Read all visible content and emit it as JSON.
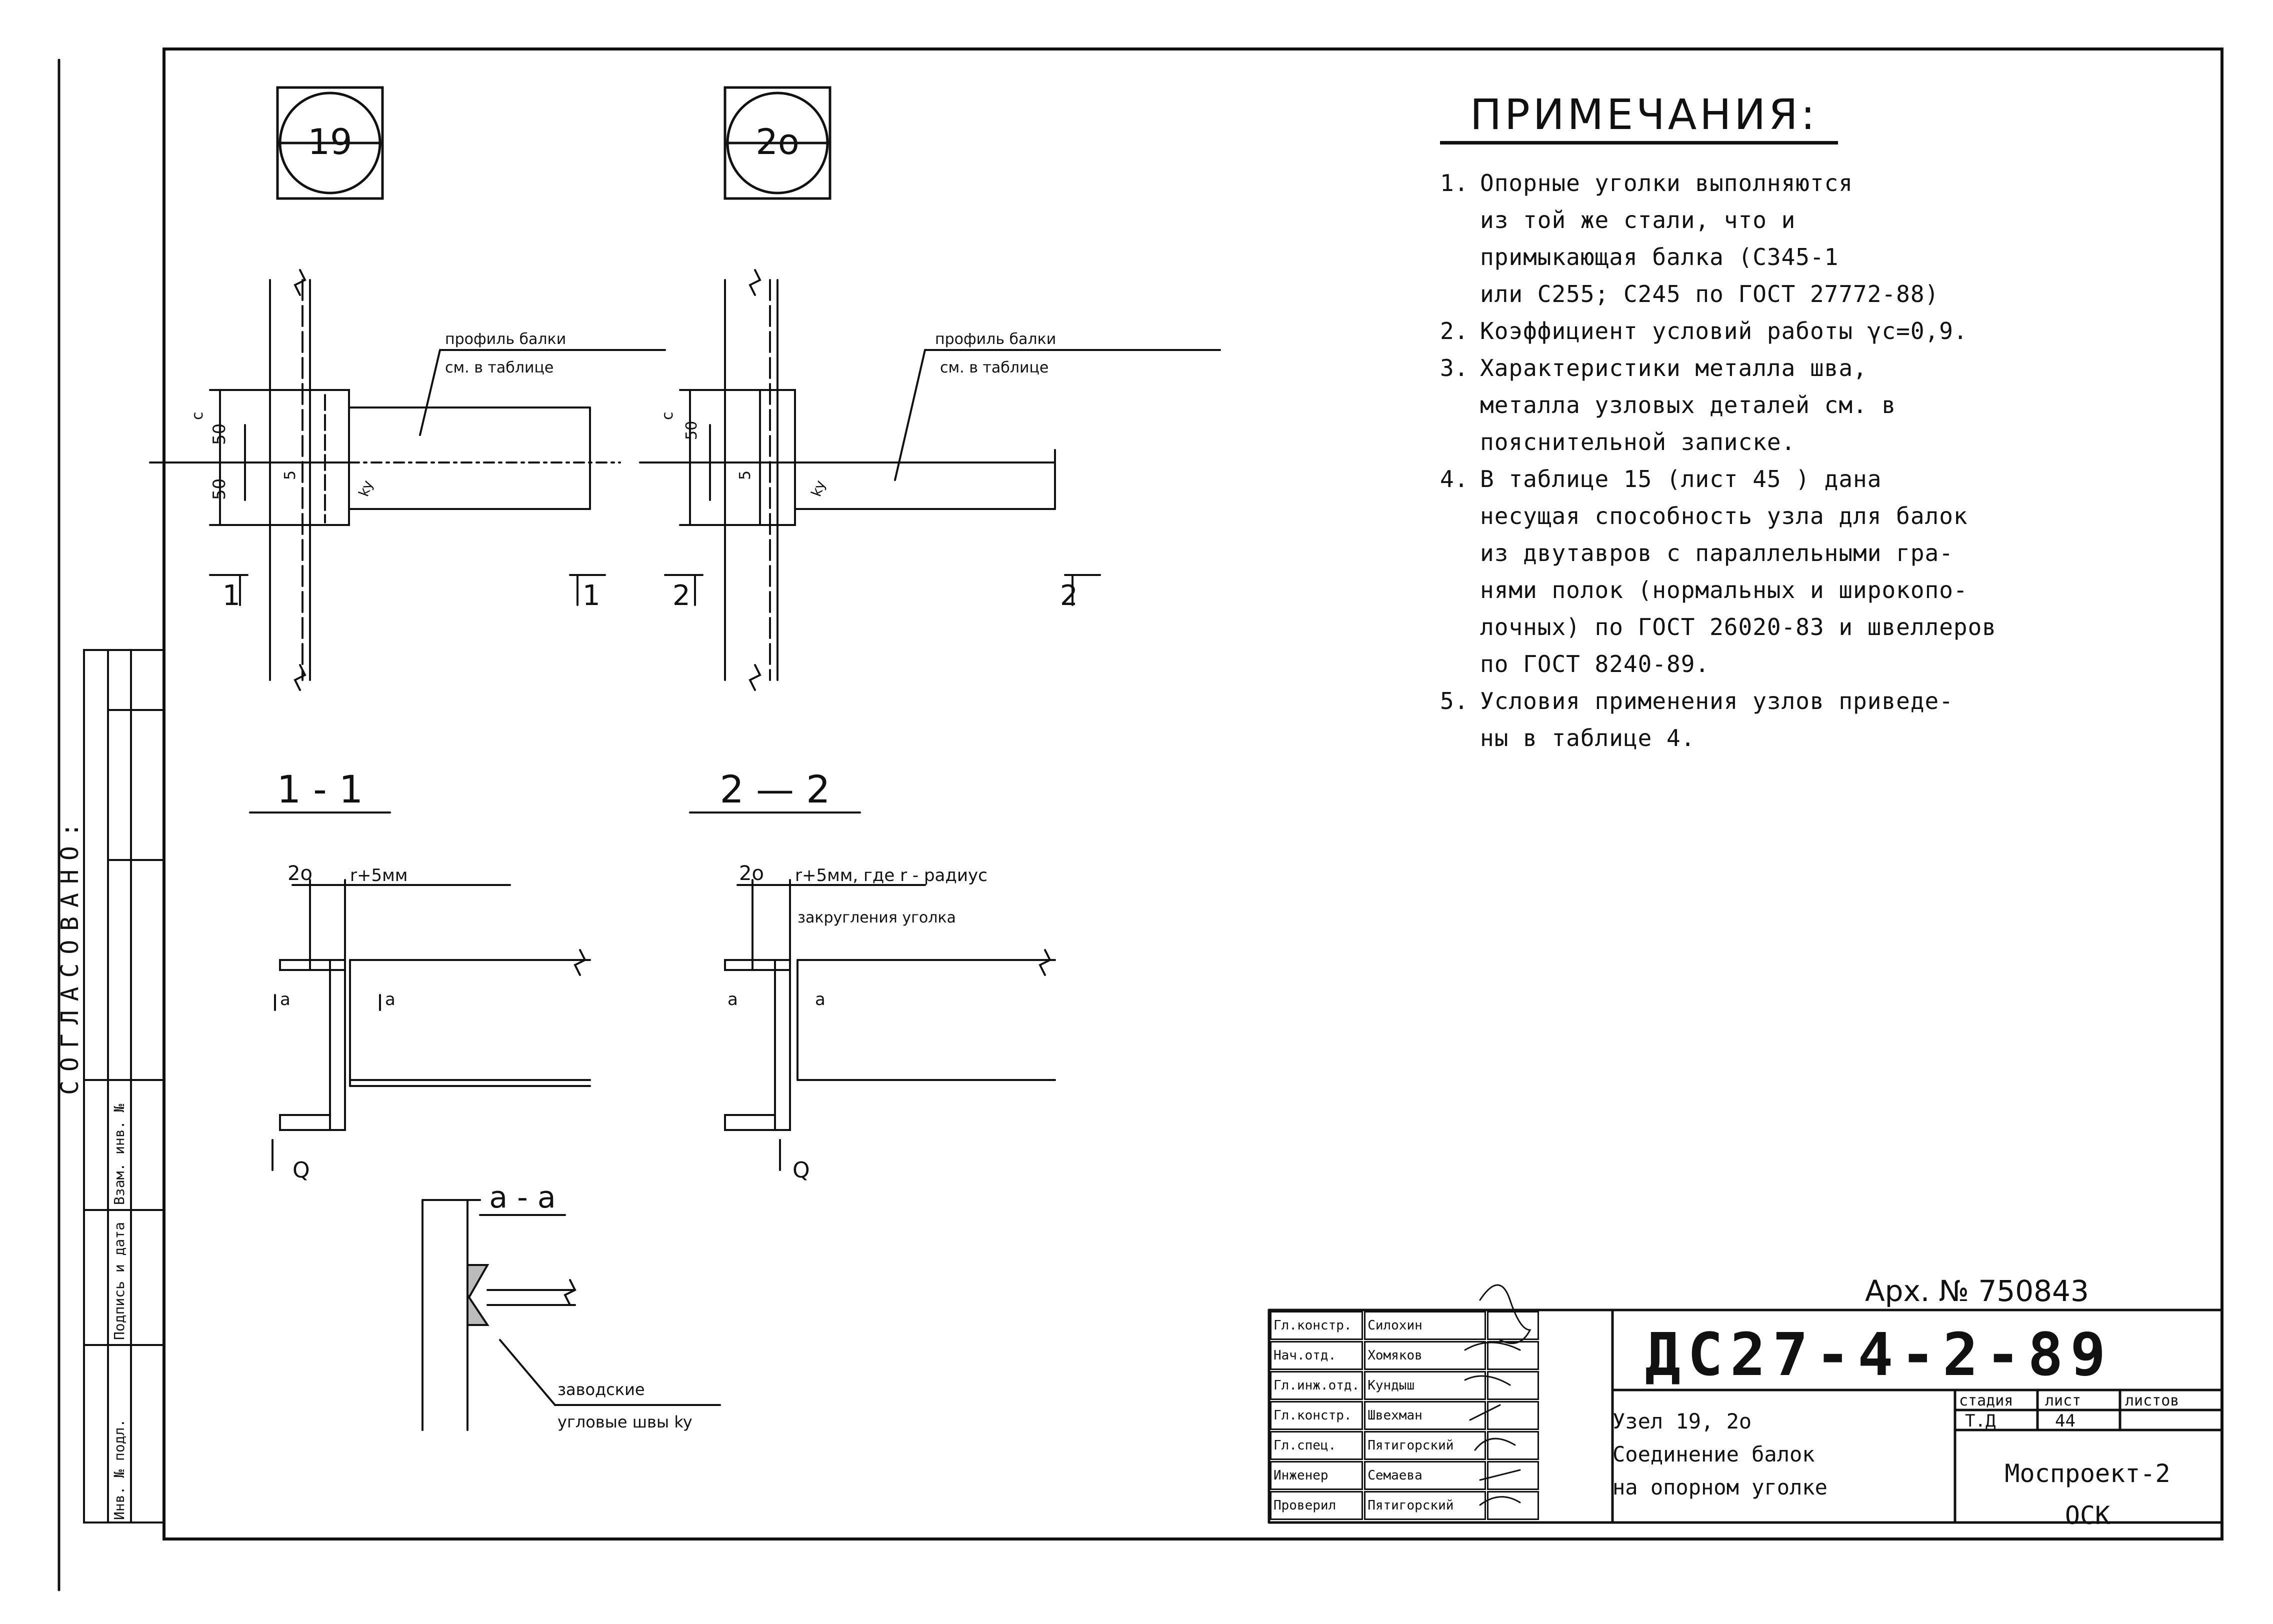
{
  "node_numbers": {
    "left": "19",
    "right": "2о"
  },
  "view_labels": {
    "profile_left": [
      "профиль балки",
      "см. в таблице"
    ],
    "profile_right": [
      "профиль балки",
      "см. в таблице"
    ],
    "section_11": "1 - 1",
    "section_22": "2 — 2",
    "section_aa": "а - а",
    "mark_1": "1",
    "mark_2": "2",
    "mark_a": "a",
    "mark_q": "Q",
    "dim_50_top": "50",
    "dim_50_bottom": "50",
    "dim_5": "5",
    "dim_c": "c",
    "dim_ky": "ky",
    "dim_20": "2о",
    "radius_left": "r+5мм",
    "radius_right": "r+5мм, где r - радиус",
    "radius_right_2": "закругления уголка",
    "weld_1": "заводские",
    "weld_2": "угловые швы  ky"
  },
  "notes": {
    "title": "ПРИМЕЧАНИЯ:",
    "items": [
      {
        "num": "1.",
        "lines": [
          "Опорные уголки выполняются",
          "из той же стали, что и",
          "примыкающая балка (С345-1",
          "или С255; С245 по ГОСТ 27772-88)"
        ]
      },
      {
        "num": "2.",
        "lines": [
          "Коэффициент условий работы γc=0,9."
        ]
      },
      {
        "num": "3.",
        "lines": [
          "Характеристики металла шва,",
          "металла узловых деталей см. в",
          "пояснительной записке."
        ]
      },
      {
        "num": "4.",
        "lines": [
          "В таблице 15  (лист 45 ) дана",
          "несущая способность узла для балок",
          "из двутавров с параллельными гра-",
          "нями полок (нормальных и широкопо-",
          "лочных) по ГОСТ 26020-83 и швеллеров",
          "по ГОСТ 8240-89."
        ]
      },
      {
        "num": "5.",
        "lines": [
          "Условия применения узлов приведе-",
          "ны в таблице 4."
        ]
      }
    ]
  },
  "stamp": {
    "archive": "Арх. № 750843",
    "code": "ДС27-4-2-89",
    "node_title": [
      "Узел 19, 2о",
      "Соединение балок",
      "на опорном уголке"
    ],
    "stage_label": "стадия",
    "sheet_label": "лист",
    "sheets_label": "листов",
    "stage_value": "Т.Д",
    "sheet_value": "44",
    "organization": [
      "Моспроект-2",
      "ОСК"
    ],
    "signatures": [
      {
        "role": "Гл.констр.",
        "name": "Силохин"
      },
      {
        "role": "Нач.отд.",
        "name": "Хомяков"
      },
      {
        "role": "Гл.инж.отд.",
        "name": "Кундыш"
      },
      {
        "role": "Гл.констр.",
        "name": "Швехман"
      },
      {
        "role": "Гл.спец.",
        "name": "Пятигорский"
      },
      {
        "role": "Инженер",
        "name": "Семаева"
      },
      {
        "role": "Проверил",
        "name": "Пятигорский"
      }
    ]
  },
  "side_block": {
    "agreed": "СОГЛАСОВАНО:",
    "inv_orig": "Инв. № подл.",
    "sign_date": "Подпись и дата",
    "inv_replace": "Взам. инв. №"
  }
}
